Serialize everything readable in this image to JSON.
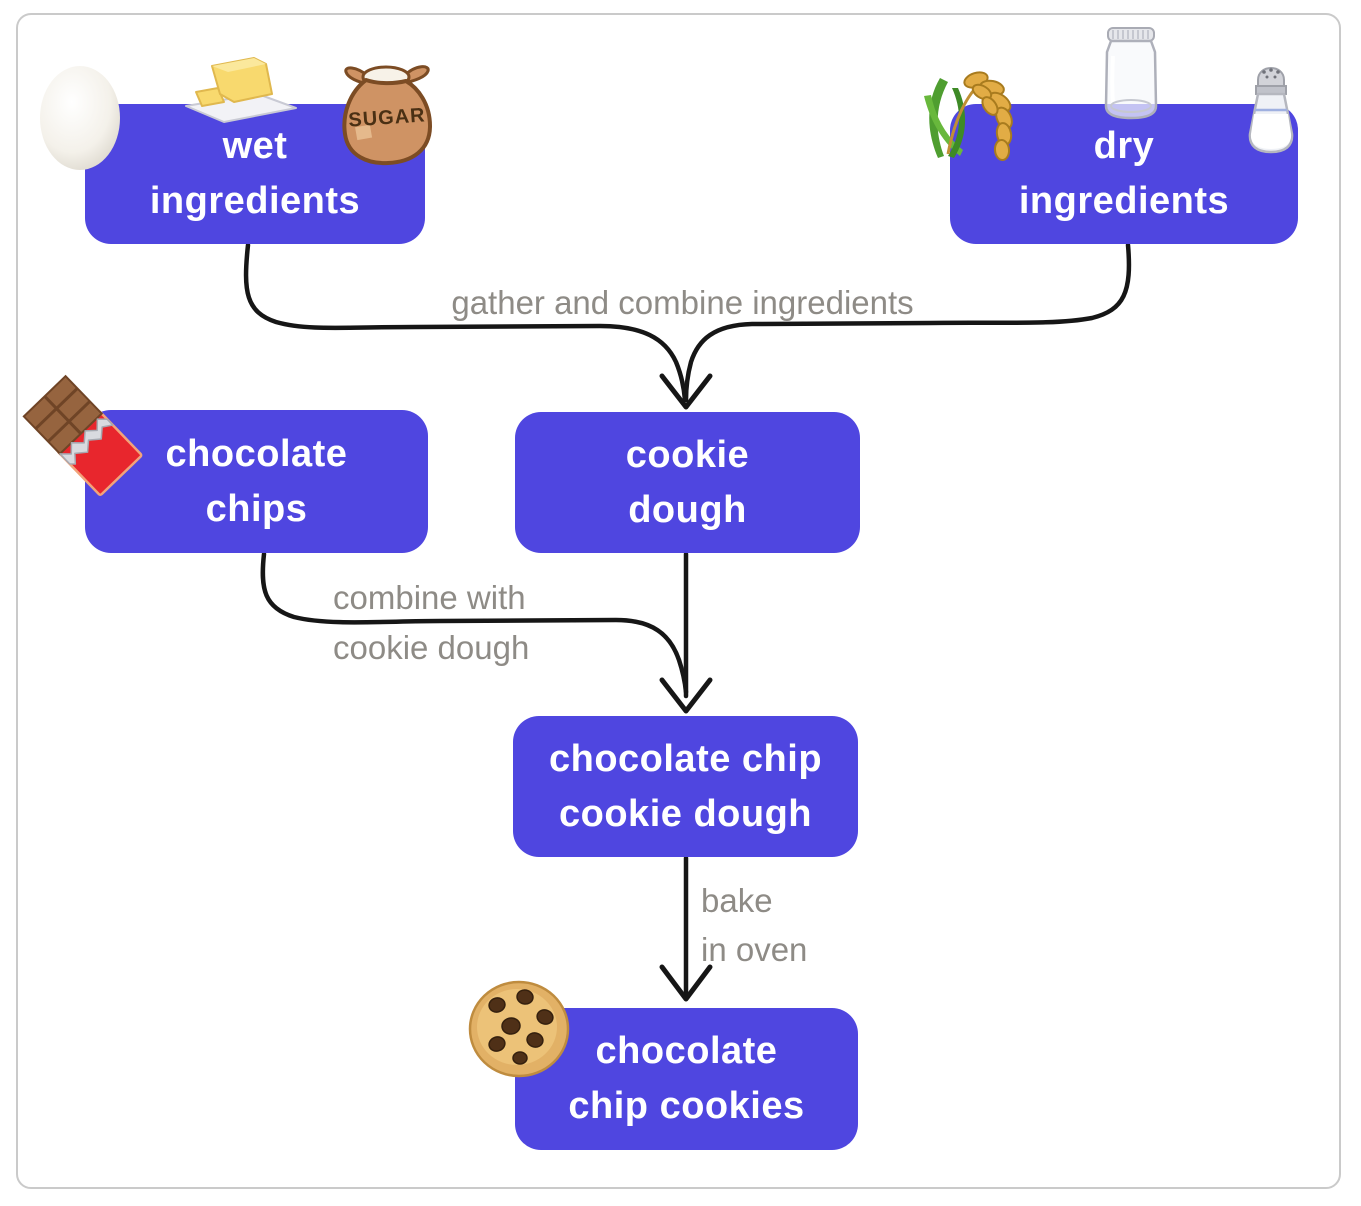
{
  "colors": {
    "node_fill": "#4f46e0",
    "node_text": "#ffffff",
    "edge_stroke": "#161616",
    "edge_label_text": "#8e8b86",
    "frame_border": "#cacaca",
    "background": "#ffffff"
  },
  "nodes": {
    "wet": {
      "line1": "wet",
      "line2": "ingredients",
      "icons": [
        "egg",
        "butter",
        "sugar-bag"
      ]
    },
    "dry": {
      "line1": "dry",
      "line2": "ingredients",
      "icons": [
        "rice-sheaf",
        "jar",
        "salt-shaker"
      ]
    },
    "chips": {
      "line1": "chocolate",
      "line2": "chips",
      "icons": [
        "chocolate-bar"
      ]
    },
    "dough": {
      "line1": "cookie",
      "line2": "dough",
      "icons": []
    },
    "ccdough": {
      "line1": "chocolate chip",
      "line2": "cookie dough",
      "icons": []
    },
    "cookies": {
      "line1": "chocolate",
      "line2": "chip cookies",
      "icons": [
        "cookie"
      ]
    }
  },
  "edges": {
    "gather": {
      "label": "gather and combine ingredients"
    },
    "combine": {
      "label_line1": "combine with",
      "label_line2": "cookie dough"
    },
    "bake": {
      "label_line1": "bake",
      "label_line2": "in oven"
    }
  },
  "icon_text": {
    "sugar_bag": "SUGAR"
  }
}
